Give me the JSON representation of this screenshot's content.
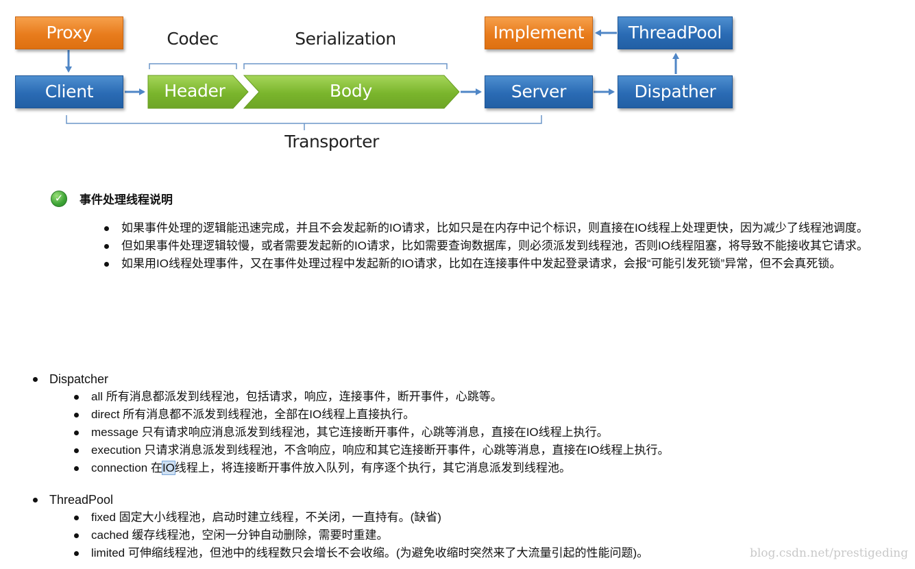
{
  "diagram": {
    "proxy": "Proxy",
    "client": "Client",
    "codec": "Codec",
    "header": "Header",
    "serialization": "Serialization",
    "body": "Body",
    "server": "Server",
    "implement": "Implement",
    "threadpool": "ThreadPool",
    "dispather": "Dispather",
    "transporter": "Transporter",
    "colors": {
      "blue": "#2a6bb4",
      "orange": "#e87c1d",
      "green": "#79b52c",
      "arrow": "#4f86c6"
    }
  },
  "note": {
    "title": "事件处理线程说明",
    "items": [
      "如果事件处理的逻辑能迅速完成，并且不会发起新的IO请求，比如只是在内存中记个标识，则直接在IO线程上处理更快，因为减少了线程池调度。",
      "但如果事件处理逻辑较慢，或者需要发起新的IO请求，比如需要查询数据库，则必须派发到线程池，否则IO线程阻塞，将导致不能接收其它请求。",
      "如果用IO线程处理事件，又在事件处理过程中发起新的IO请求，比如在连接事件中发起登录请求，会报“可能引发死锁”异常，但不会真死锁。"
    ]
  },
  "dispatcher": {
    "title": "Dispatcher",
    "items": [
      "all 所有消息都派发到线程池，包括请求，响应，连接事件，断开事件，心跳等。",
      "direct 所有消息都不派发到线程池，全部在IO线程上直接执行。",
      "message 只有请求响应消息派发到线程池，其它连接断开事件，心跳等消息，直接在IO线程上执行。",
      "execution 只请求消息派发到线程池，不含响应，响应和其它连接断开事件，心跳等消息，直接在IO线程上执行。"
    ],
    "last_pre": "connection 在",
    "last_hl": "IO",
    "last_post": "线程上，将连接断开事件放入队列，有序逐个执行，其它消息派发到线程池。"
  },
  "threadpool": {
    "title": "ThreadPool",
    "items": [
      "fixed 固定大小线程池，启动时建立线程，不关闭，一直持有。(缺省)",
      "cached 缓存线程池，空闲一分钟自动删除，需要时重建。",
      "limited 可伸缩线程池，但池中的线程数只会增长不会收缩。(为避免收缩时突然来了大流量引起的性能问题)。"
    ]
  },
  "watermark": "blog.csdn.net/prestigeding"
}
